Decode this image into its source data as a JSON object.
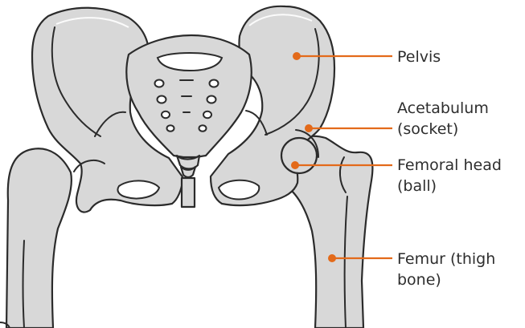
{
  "labels": {
    "pelvis": [
      "Pelvis"
    ],
    "acetabulum": [
      "Acetabulum",
      "(socket)"
    ],
    "femoral_head": [
      "Femoral head",
      "(ball)"
    ],
    "femur": [
      "Femur (thigh",
      "bone)"
    ]
  },
  "colors": {
    "bone_fill": "#d8d8d8",
    "outline": "#2b2b2b",
    "leader_line": "#e36a1a"
  }
}
